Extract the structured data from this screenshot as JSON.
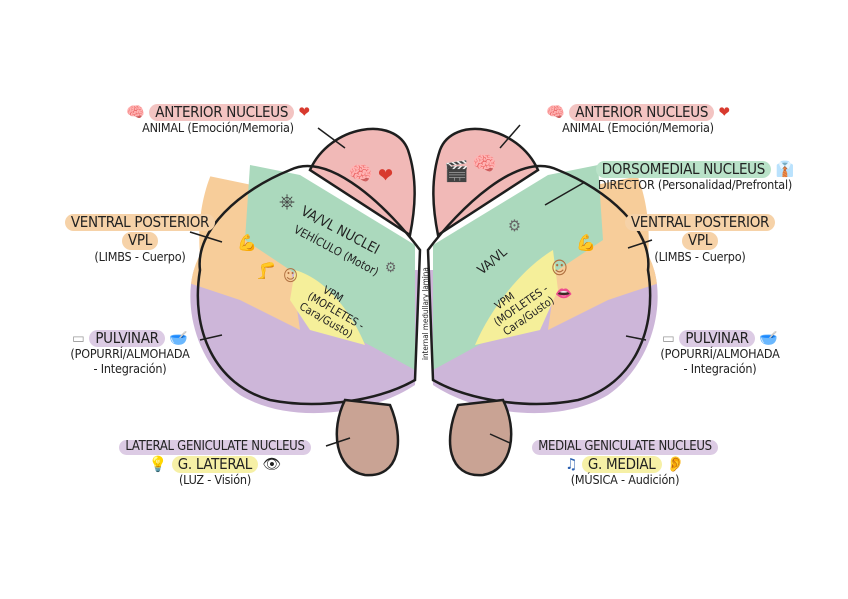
{
  "colors": {
    "anterior": "#f1b9b7",
    "dorsomedial_vavl": "#abd9bd",
    "ventral_posterior": "#f7cd9a",
    "vpm": "#f5ef9a",
    "pulvinar": "#cdb6d9",
    "geniculate": "#c9a394",
    "outline": "#1e1e1e"
  },
  "labels": {
    "anterior_left": {
      "title": "ANTERIOR NUCLEUS",
      "subtitle": "ANIMAL (Emoción/Memoria)",
      "icon_left": "brain-icon",
      "icon_right": "heart-icon"
    },
    "anterior_right": {
      "title": "ANTERIOR NUCLEUS",
      "subtitle": "ANIMAL (Emoción/Memoria)",
      "icon_left": "brain-icon",
      "icon_right": "heart-icon"
    },
    "dorsomedial": {
      "title": "DORSOMEDIAL NUCLEUS",
      "subtitle": "DIRECTOR (Personalidad/Prefrontal)",
      "icon_right": "necktie-icon"
    },
    "ventral_posterior_left": {
      "title": "VENTRAL POSTERIOR",
      "code": "VPL",
      "subtitle": "(LIMBS - Cuerpo)"
    },
    "ventral_posterior_right": {
      "title": "VENTRAL POSTERIOR",
      "code": "VPL",
      "subtitle": "(LIMBS - Cuerpo)"
    },
    "pulvinar_left": {
      "title": "PULVINAR",
      "line1": "(POPURRÍ/ALMOHADA",
      "line2": "- Integración)",
      "icon_left": "pillow-icon",
      "icon_right": "bowl-icon"
    },
    "pulvinar_right": {
      "title": "PULVINAR",
      "line1": "(POPURRÍ/ALMOHADA",
      "line2": "- Integración)",
      "icon_left": "pillow-icon",
      "icon_right": "bowl-icon"
    },
    "lateral_geniculate": {
      "title": "LATERAL GENICULATE NUCLEUS",
      "short": "G. LATERAL",
      "subtitle": "(LUZ - Visión)",
      "icon_left": "lightbulb-icon",
      "icon_right": "eye-icon"
    },
    "medial_geniculate": {
      "title": "MEDIAL GENICULATE NUCLEUS",
      "short": "G. MEDIAL",
      "subtitle": "(MÚSICA - Audición)",
      "icon_left": "music-note-icon",
      "icon_right": "ear-icon"
    }
  },
  "inner_labels": {
    "vavl_left_title": "VA/VL NUCLEI",
    "vavl_left_sub": "VEHÍCULO (Motor)",
    "vavl_right": "VA/VL",
    "vpm_left": [
      "VPM",
      "(MOFLETES -",
      "Cara/Gusto)"
    ],
    "vpm_right": [
      "VPM",
      "(MOFLETES -",
      "Cara/Gusto)"
    ],
    "lamina": "internal medullary lamina"
  },
  "glyphs": {
    "brain": "🧠",
    "heart": "❤",
    "tie": "👔",
    "pillow": "▭",
    "bowl": "🥣",
    "bulb": "💡",
    "eye": "👁",
    "music": "♫",
    "ear": "👂",
    "wheel": "⎈",
    "gear": "⚙",
    "chair": "🎬",
    "arm": "💪",
    "leg": "🦵",
    "face": "☺",
    "lips": "👄"
  }
}
